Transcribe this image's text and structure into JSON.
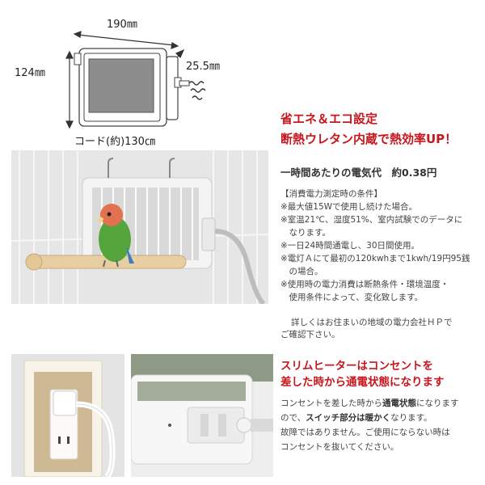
{
  "diagram": {
    "width_label": "190㎜",
    "height_label": "124㎜",
    "depth_label": "25.5㎜",
    "cord_label": "コード(約)130㎝"
  },
  "photos": {
    "cage": "heater-in-cage-with-parrot",
    "outlet": "outlet-with-plug",
    "closeup": "heater-switch-closeup"
  },
  "text": {
    "heading_1": "省エネ＆エコ設定",
    "heading_2": "断熱ウレタン内蔵で熱効率UP！",
    "cost_line": "一時間あたりの電気代　約0.38円",
    "conditions_title": "【消費電力測定時の条件】",
    "conditions": [
      "※最大値15Wで使用し続けた場合。",
      "※室温21℃、湿度51%、室内試験でのデータに",
      "　なります。",
      "※一日24時間通電し、30日間使用。",
      "※電灯Ａにて最初の120kwhまで1kwh/19円95銭",
      "　の場合。",
      "※使用時の電力消費は断熱条件・環境温度・",
      "　使用条件によって、変化致します。"
    ],
    "note_line1": "詳しくはお住まいの地域の電力会社ＨＰで",
    "note_line2": "ご確認下さい。",
    "heading_3": "スリムヒーターはコンセントを",
    "heading_4": "差した時から通電状態になります",
    "para_1a": "コンセントを差した時から",
    "para_1b": "通電状態",
    "para_1c": "になります",
    "para_2a": "ので、",
    "para_2b": "スイッチ部分は暖かく",
    "para_2c": "なります。",
    "para_3": "故障ではありません。ご使用にならない時は",
    "para_4": "コンセントを抜いてください。"
  },
  "colors": {
    "accent_red": "#c8161d"
  }
}
